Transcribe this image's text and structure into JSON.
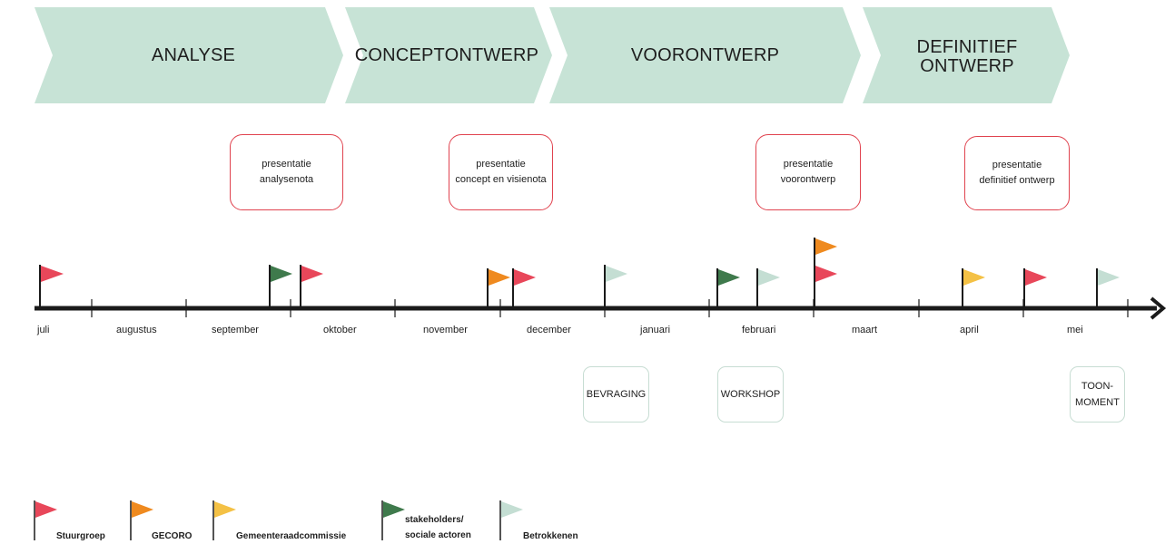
{
  "phases": [
    {
      "label": "ANALYSE"
    },
    {
      "label": "CONCEPTONTWERP"
    },
    {
      "label": "VOORONTWERP"
    },
    {
      "label_line1": "DEFINITIEF",
      "label_line2": "ONTWERP"
    }
  ],
  "presentations": [
    {
      "line1": "presentatie",
      "line2": "analysenota"
    },
    {
      "line1": "presentatie",
      "line2": "concept en visienota"
    },
    {
      "line1": "presentatie",
      "line2": "voorontwerp"
    },
    {
      "line1": "presentatie",
      "line2": "definitief ontwerp"
    }
  ],
  "months": [
    "juli",
    "augustus",
    "september",
    "oktober",
    "november",
    "december",
    "januari",
    "februari",
    "maart",
    "april",
    "mei"
  ],
  "activities": [
    {
      "line1": "BEVRAGING"
    },
    {
      "line1": "WORKSHOP"
    },
    {
      "line1": "TOON-",
      "line2": "MOMENT"
    }
  ],
  "legend": [
    {
      "group": "stuurgroep",
      "label": "Stuurgroep",
      "color": "#e8475a"
    },
    {
      "group": "gecoro",
      "label": "GECORO",
      "color": "#ef8a1f"
    },
    {
      "group": "gemeenteraadcommissie",
      "label": "Gemeenteraadcommissie",
      "color": "#f4c145"
    },
    {
      "group": "stakeholders",
      "label_line1": "stakeholders/",
      "label_line2": "sociale actoren",
      "color": "#3f7a4c"
    },
    {
      "group": "betrokkenen",
      "label": "Betrokkenen",
      "color": "#c4ded3"
    }
  ],
  "flags": [
    {
      "month": "juli",
      "group": "stuurgroep"
    },
    {
      "month": "september",
      "group": "stakeholders"
    },
    {
      "month": "oktober",
      "group": "stuurgroep"
    },
    {
      "month": "november",
      "group": "gecoro"
    },
    {
      "month": "december",
      "group": "stuurgroep"
    },
    {
      "month": "januari",
      "group": "betrokkenen"
    },
    {
      "month": "februari",
      "group": "stakeholders"
    },
    {
      "month": "februari",
      "group": "betrokkenen"
    },
    {
      "month": "maart",
      "group": "stuurgroep"
    },
    {
      "month": "maart",
      "group": "gecoro"
    },
    {
      "month": "april",
      "group": "gemeenteraadcommissie"
    },
    {
      "month": "april",
      "group": "stuurgroep"
    },
    {
      "month": "mei",
      "group": "betrokkenen"
    }
  ],
  "colors": {
    "phase_fill": "#c7e3d6",
    "timeline": "#1a1a1a",
    "presentation_border": "#e0434f",
    "activity_border": "#c7ddd3"
  }
}
